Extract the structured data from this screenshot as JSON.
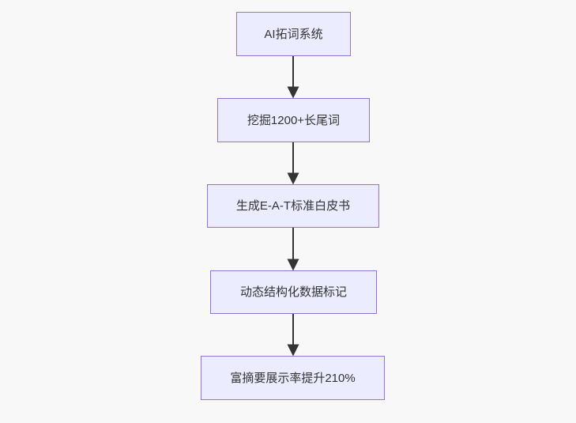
{
  "diagram": {
    "type": "flowchart",
    "direction": "top-down",
    "nodes": [
      {
        "id": "n1",
        "label": "AI拓词系统"
      },
      {
        "id": "n2",
        "label": "挖掘1200+长尾词"
      },
      {
        "id": "n3",
        "label": "生成E-A-T标准白皮书"
      },
      {
        "id": "n4",
        "label": "动态结构化数据标记"
      },
      {
        "id": "n5",
        "label": "富摘要展示率提升210%"
      }
    ],
    "edges": [
      {
        "from": "n1",
        "to": "n2"
      },
      {
        "from": "n2",
        "to": "n3"
      },
      {
        "from": "n3",
        "to": "n4"
      },
      {
        "from": "n4",
        "to": "n5"
      }
    ],
    "colors": {
      "node_fill": "#ECECFF",
      "node_border": "#9370DB",
      "edge_stroke": "#333333",
      "text": "#333333",
      "background": "#F8F8F8"
    }
  }
}
